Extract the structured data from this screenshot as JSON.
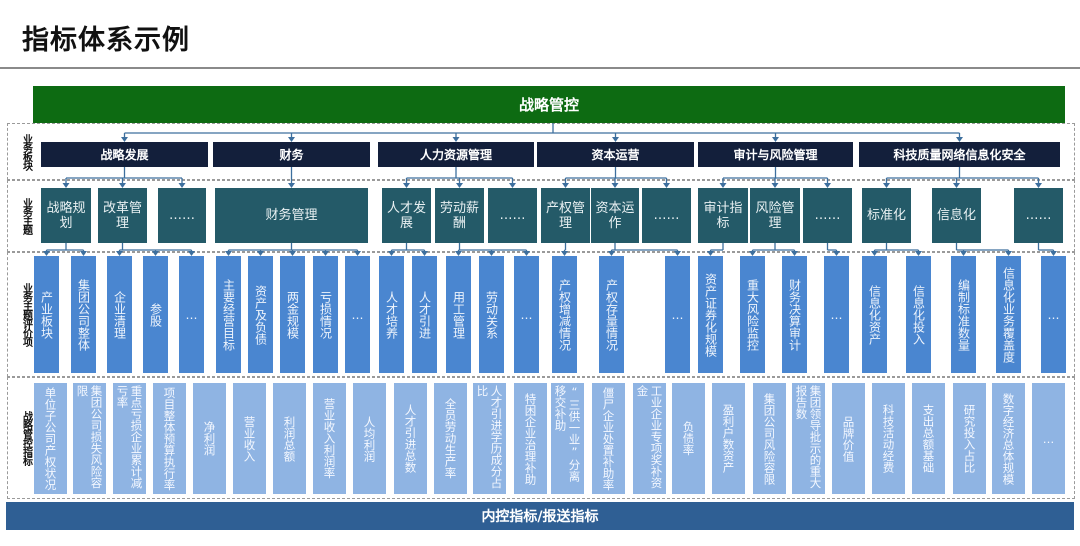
{
  "title": "指标体系示例",
  "top_bar": "战略管控",
  "bottom_bar": "内控指标/报送指标",
  "row_labels": [
    "业务板块",
    "业务主题",
    "业务主题评价项",
    "战略管控指标"
  ],
  "sectors": [
    "战略发展",
    "财务",
    "人力资源管理",
    "资本运营",
    "审计与风险管理",
    "科技质量网络信息化安全"
  ],
  "themes": [
    "战略规划",
    "改革管理",
    "……",
    "财务管理",
    "人才发展",
    "劳动薪酬",
    "……",
    "产权管理",
    "资本运作",
    "……",
    "审计指标",
    "风险管理",
    "……",
    "标准化",
    "信息化",
    "……"
  ],
  "evaluation_items": [
    "产业板块",
    "集团公司整体",
    "企业清理",
    "参股",
    "…",
    "主要经营目标",
    "资产及负债",
    "两金规模",
    "亏损情况",
    "…",
    "人才培养",
    "人才引进",
    "用工管理",
    "劳动关系",
    "…",
    "产权增减情况",
    "产权存量情况",
    "…",
    "资产证券化规模",
    "重大风险监控",
    "财务决算审计",
    "…",
    "信息化资产",
    "信息化投入",
    "编制标准数量",
    "信息化业务覆盖度",
    "…"
  ],
  "indicators": [
    "单位子公司产权状况",
    "集团公司损失风险容限",
    "重点亏损企业累计减亏率",
    "项目整体预算执行率",
    "净利润",
    "营业收入",
    "利润总额",
    "营业收入利润率",
    "人均利润",
    "人才引进总数",
    "全员劳动生产率",
    "人才引进学历成分占比",
    "特困企业治理补助",
    "“三供一业”分离移交补助",
    "僵尸企业处置补助率",
    "工业企业专项奖补资金",
    "负债率",
    "盈利户数资产",
    "集团公司风险容限",
    "集团领导批示的重大报告数",
    "品牌价值",
    "科技活动经费",
    "支出总额基础",
    "研究投入占比",
    "数字经济总体规模",
    "…"
  ],
  "colors": {
    "top_bar": "#0d6b12",
    "sector": "#131f3b",
    "theme": "#245a68",
    "evaluation": "#4a86d0",
    "indicator": "#8fb4e3",
    "bottom_bar": "#2f5f94",
    "connector": "#3d6f9e"
  }
}
